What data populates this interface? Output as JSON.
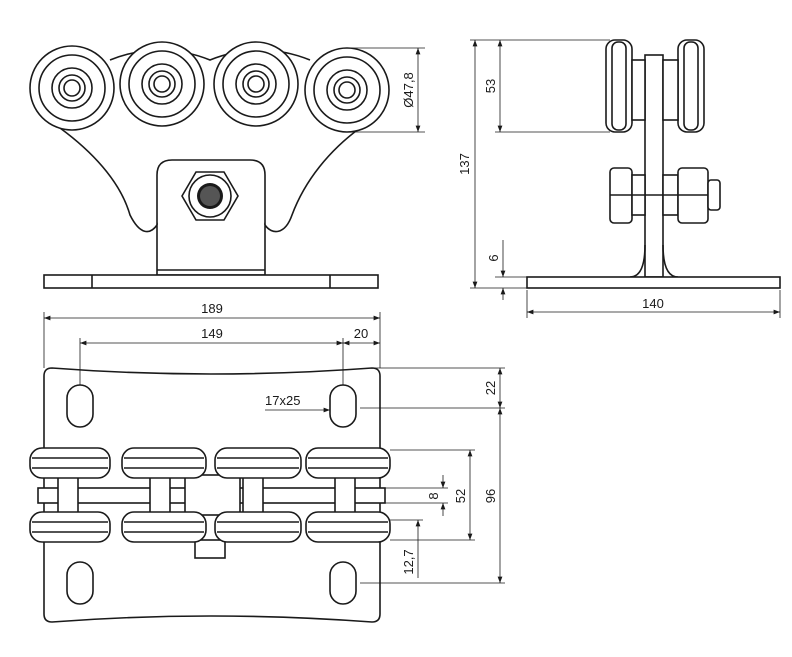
{
  "dimensions": {
    "wheel_diameter": "Ø47,8",
    "wheel_height": "53",
    "total_height": "137",
    "plate_thickness": "6",
    "side_width": "140",
    "plate_length": "189",
    "hole_spacing": "149",
    "hole_edge_offset": "20",
    "slot_size": "17x25",
    "hole_top_offset": "22",
    "bar_thickness": "8",
    "wheel_span": "52",
    "hole_vertical_spacing": "96",
    "wheel_width": "12,7"
  }
}
